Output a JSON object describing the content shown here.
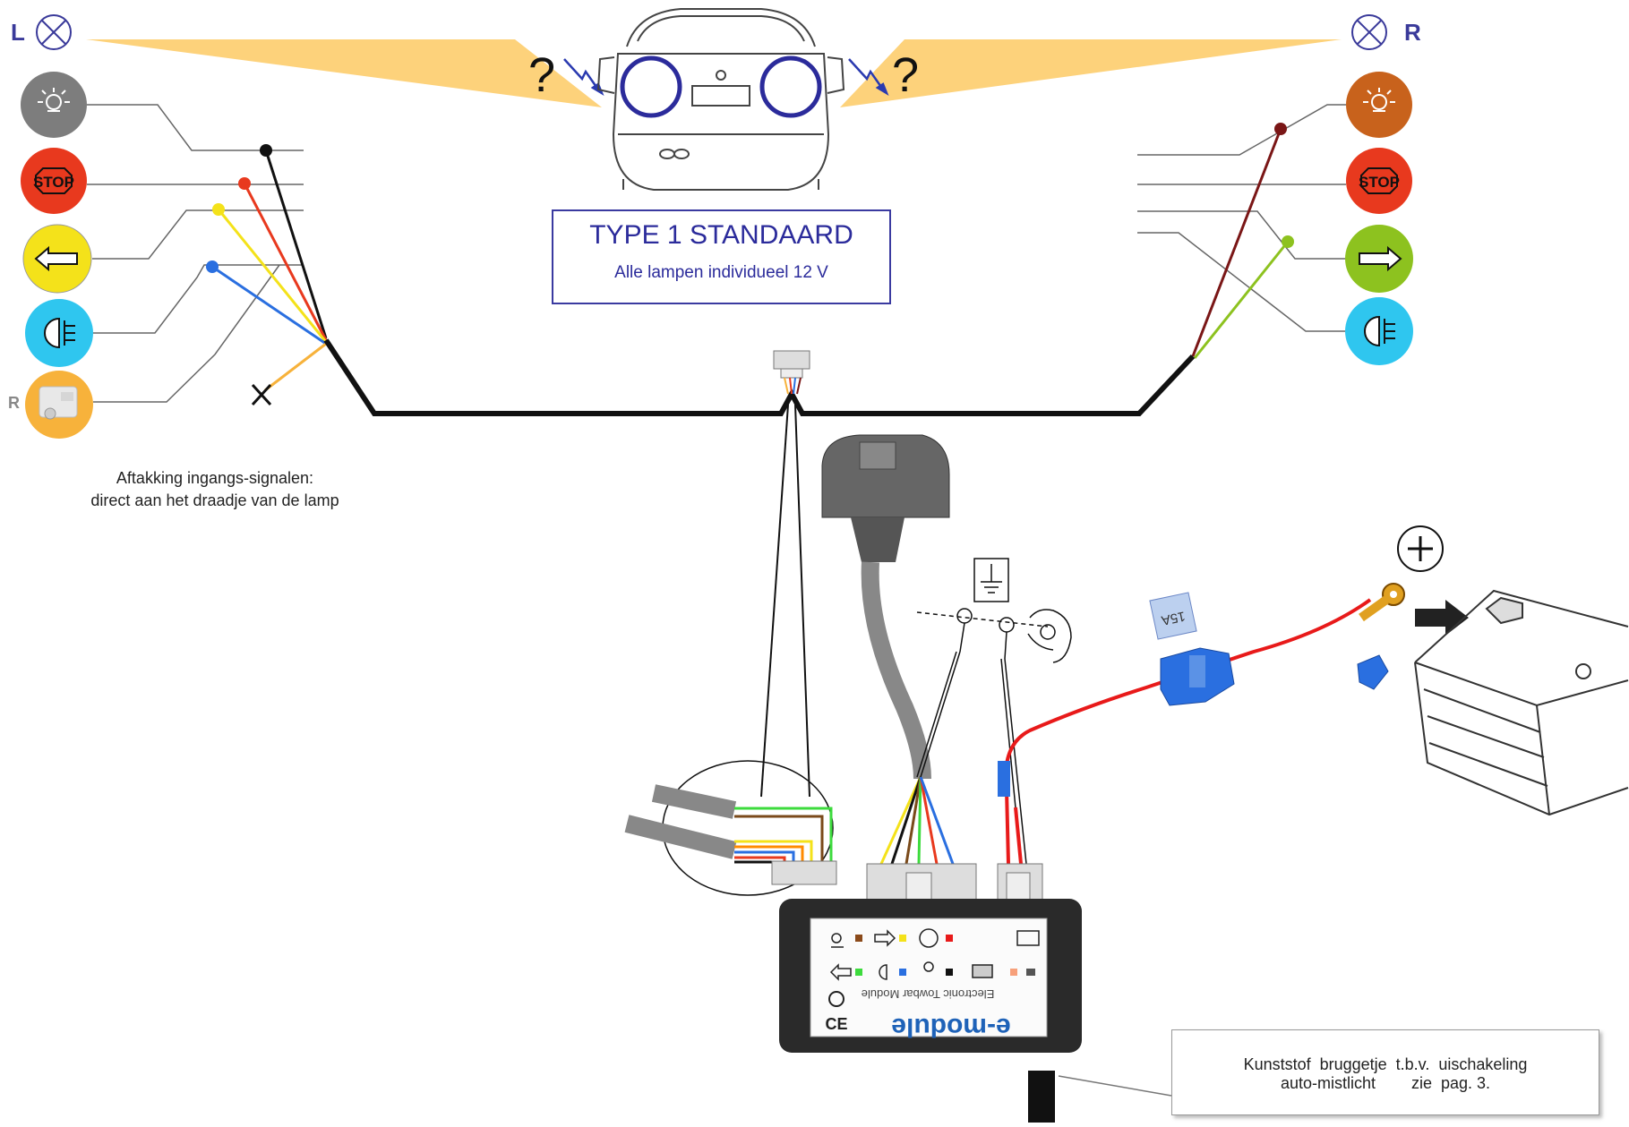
{
  "diagram": {
    "title": "TYPE 1 STANDAARD",
    "subtitle": "Alle lampen individueel 12 V",
    "left_side_label": "L",
    "right_side_label": "R",
    "reverse_small_label": "R",
    "question_mark": "?",
    "stop_label": "STOP",
    "tap_note_line1": "Aftakking  ingangs-signalen:",
    "tap_note_line2": "direct aan het draadje van de lamp",
    "callout_line1": "Kunststof  bruggetje  t.b.v.  uischakeling",
    "callout_line2": "auto-mistlicht        zie  pag. 3.",
    "fuse_label": "15A",
    "module_brand": "e-module",
    "module_subtitle": "Electronic Towbar Module",
    "colors": {
      "title_blue": "#2b2b9b",
      "stop_red": "#e8391e",
      "indicator_yellow": "#f4e21a",
      "fog_cyan": "#2fc6ef",
      "reverse_orange": "#f7b23b",
      "tail_grey": "#7d7d7d",
      "tail_right_brown": "#c8621c",
      "indicator_right_green": "#8dc21f",
      "beam_fill": "#fdd27b",
      "battery_wire_red": "#e81a1a"
    }
  }
}
